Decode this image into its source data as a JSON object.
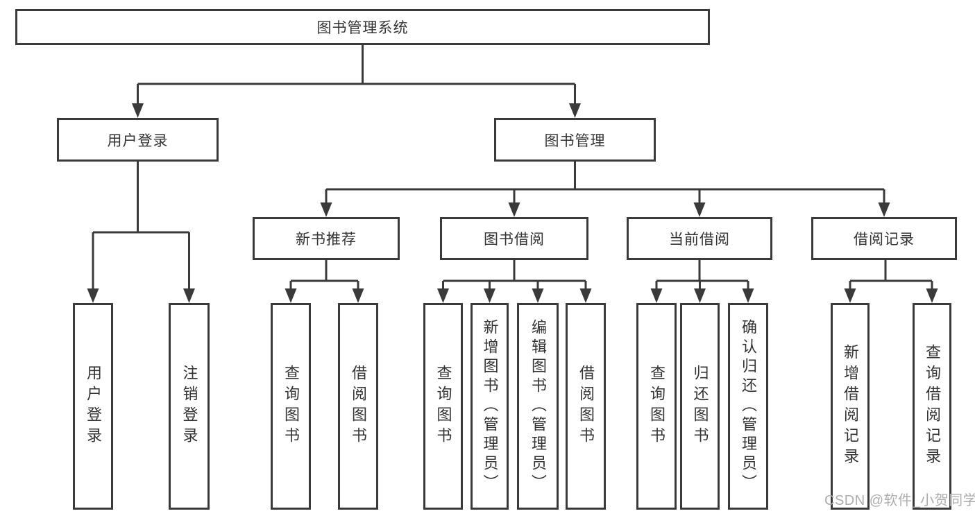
{
  "diagram": {
    "root": {
      "label": "图书管理系统"
    },
    "branches": [
      {
        "label": "用户登录",
        "children": [
          {
            "label": "用户登录"
          },
          {
            "label": "注销登录"
          }
        ]
      },
      {
        "label": "图书管理",
        "children": [
          {
            "label": "新书推荐",
            "children": [
              {
                "label": "查询图书"
              },
              {
                "label": "借阅图书"
              }
            ]
          },
          {
            "label": "图书借阅",
            "children": [
              {
                "label": "查询图书"
              },
              {
                "label": "新增图书（管理员）"
              },
              {
                "label": "编辑图书（管理员）"
              },
              {
                "label": "借阅图书"
              }
            ]
          },
          {
            "label": "当前借阅",
            "children": [
              {
                "label": "查询图书"
              },
              {
                "label": "归还图书"
              },
              {
                "label": "确认归还（管理员）"
              }
            ]
          },
          {
            "label": "借阅记录",
            "children": [
              {
                "label": "新增借阅记录"
              },
              {
                "label": "查询借阅记录"
              }
            ]
          }
        ]
      }
    ]
  },
  "watermark": {
    "text": "CSDN @软件_小贺同学"
  },
  "colors": {
    "line": "#3a3a3a",
    "text": "#333333",
    "watermark": "#adadad",
    "background": "#ffffff"
  }
}
